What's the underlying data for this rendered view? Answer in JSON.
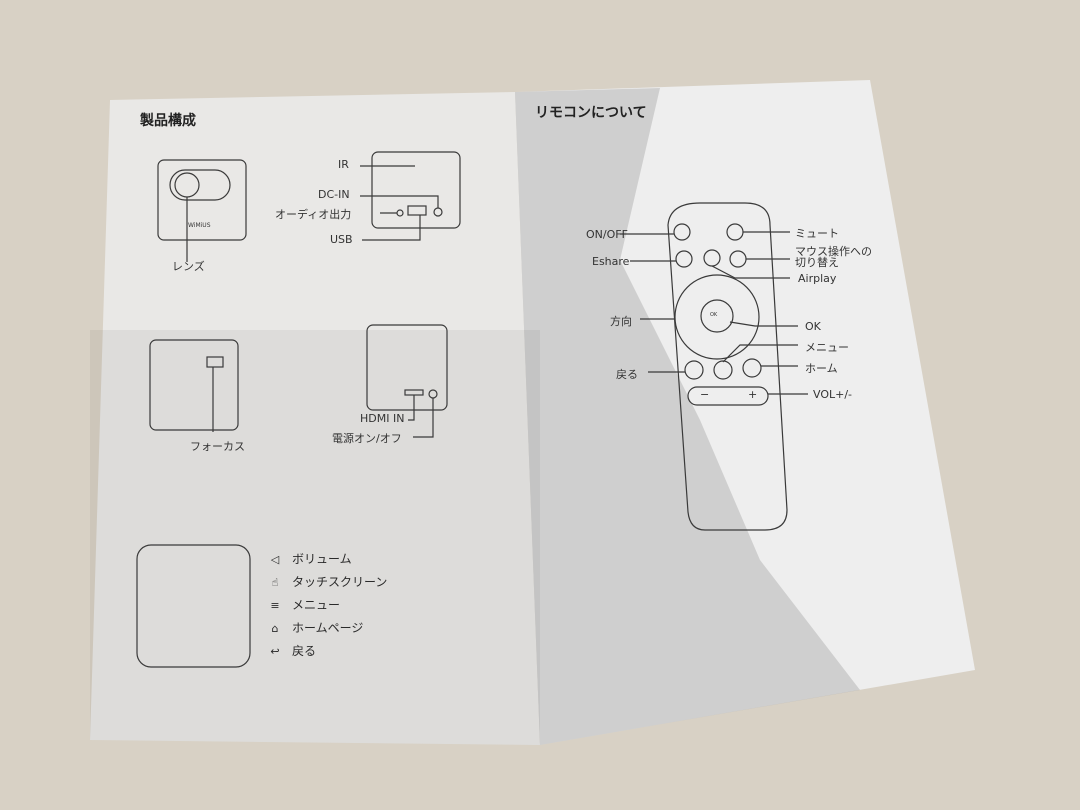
{
  "left_page": {
    "title": "製品構成",
    "device_brand": "WiMiUS",
    "labels": {
      "lens": "レンズ",
      "ir": "IR",
      "dc_in": "DC-IN",
      "audio_out": "オーディオ出力",
      "usb": "USB",
      "focus": "フォーカス",
      "hdmi_in": "HDMI IN",
      "power": "電源オン/オフ"
    },
    "touch_legend": [
      {
        "icon": "volume-icon",
        "label": "ボリューム"
      },
      {
        "icon": "touch-icon",
        "label": "タッチスクリーン"
      },
      {
        "icon": "menu-icon",
        "label": "メニュー"
      },
      {
        "icon": "home-icon",
        "label": "ホームページ"
      },
      {
        "icon": "back-icon",
        "label": "戻る"
      }
    ]
  },
  "right_page": {
    "title": "リモコンについて",
    "remote_labels": {
      "on_off": "ON/OFF",
      "mute": "ミュート",
      "eshare": "Eshare",
      "mouse_line1": "マウス操作への",
      "mouse_line2": "切り替え",
      "airplay": "Airplay",
      "direction": "方向",
      "ok": "OK",
      "menu": "メニュー",
      "back": "戻る",
      "home": "ホーム",
      "vol": "VOL+/-"
    },
    "button_text": {
      "ok": "OK",
      "minus": "−",
      "plus": "+"
    }
  }
}
